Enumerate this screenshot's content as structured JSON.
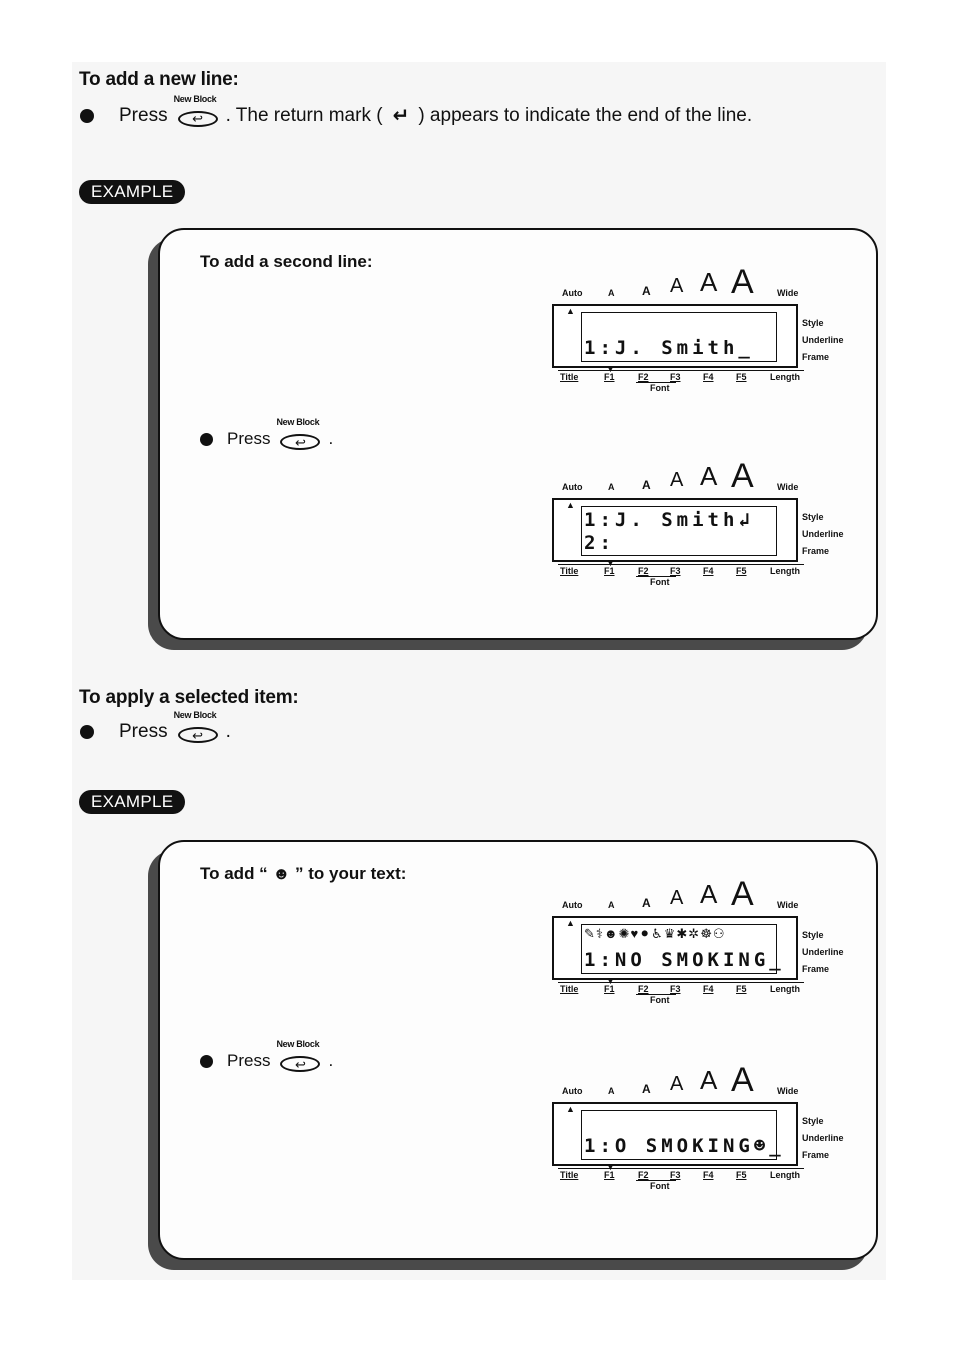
{
  "section1": {
    "title": "To add a new line:",
    "press": "Press",
    "key_label": "New Block",
    "sentence_mid": ". The return mark (",
    "sentence_end": ") appears to indicate the end of the line.",
    "return_mark": "↵"
  },
  "example_label": "EXAMPLE",
  "example1": {
    "title": "To add a second line:",
    "press": "Press",
    "key_label": "New Block",
    "period": ".",
    "lcd_before": {
      "line1": "1:J. Smith_"
    },
    "lcd_after": {
      "line1": "1:J. Smith↲",
      "line2": "2:"
    }
  },
  "section2": {
    "title": "To apply a selected item:",
    "press": "Press",
    "key_label": "New Block",
    "period": "."
  },
  "example2": {
    "title": "To add “ ☻ ” to your text:",
    "press": "Press",
    "key_label": "New Block",
    "period": ".",
    "lcd_before": {
      "symbols": "✎⚕☻✺♥⚫♿♛✱✲☸⚇",
      "line1": "1:NO SMOKING_"
    },
    "lcd_after": {
      "line1": "1:O SMOKING☻_"
    }
  },
  "lcd_labels": {
    "auto": "Auto",
    "size_a": "A",
    "wide": "Wide",
    "style": "Style",
    "underline": "Underline",
    "frame": "Frame",
    "title": "Title",
    "f1": "F1",
    "f2": "F2",
    "f3": "F3",
    "f4": "F4",
    "f5": "F5",
    "length": "Length",
    "font": "Font",
    "arrow_up": "▲",
    "arrow_down": "▼"
  },
  "key_symbol": "↩"
}
